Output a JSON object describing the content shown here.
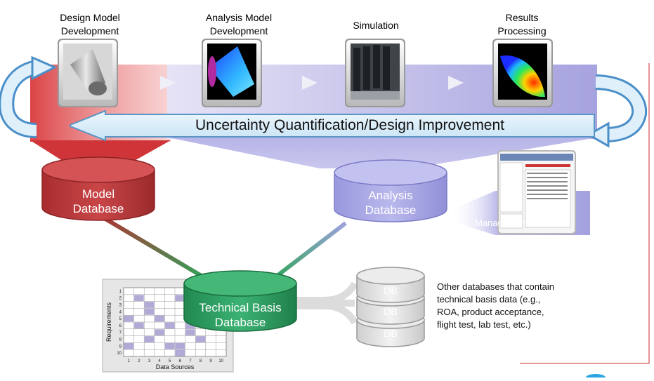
{
  "stages": [
    {
      "label_line1": "Design Model",
      "label_line2": "Development"
    },
    {
      "label_line1": "Analysis Model",
      "label_line2": "Development"
    },
    {
      "label_line1": "Simulation",
      "label_line2": ""
    },
    {
      "label_line1": "Results",
      "label_line2": "Processing"
    }
  ],
  "banner": {
    "text": "Uncertainty Quantification/Design Improvement"
  },
  "databases": {
    "model": {
      "line1": "Model",
      "line2": "Database"
    },
    "analysis": {
      "line1": "Analysis",
      "line2": "Database"
    },
    "technical": {
      "line1": "Technical Basis",
      "line2": "Database"
    }
  },
  "management": {
    "label": "Management"
  },
  "db_stack": {
    "labels": [
      "DB",
      "DB",
      "DB"
    ]
  },
  "other_databases_note": {
    "lines": [
      "Other databases that contain",
      "technical basis data (e.g.,",
      "ROA, product acceptance,",
      "flight test, lab test, etc.)"
    ]
  },
  "matrix": {
    "ylabel": "Requirements",
    "xlabel": "Data Sources",
    "row_ticks": [
      "1",
      "2",
      "3",
      "4",
      "5",
      "6",
      "7",
      "8",
      "9",
      "10"
    ],
    "col_ticks": [
      "1",
      "2",
      "3",
      "4",
      "5",
      "6",
      "7",
      "8",
      "9",
      "10"
    ]
  },
  "colors": {
    "model_db": "#b83a3a",
    "analysis_db": "#a9a8e4",
    "technical_db": "#2e9a62",
    "banner_fill": "#d8ecf8",
    "matrix_cell": "#b2aad6"
  }
}
